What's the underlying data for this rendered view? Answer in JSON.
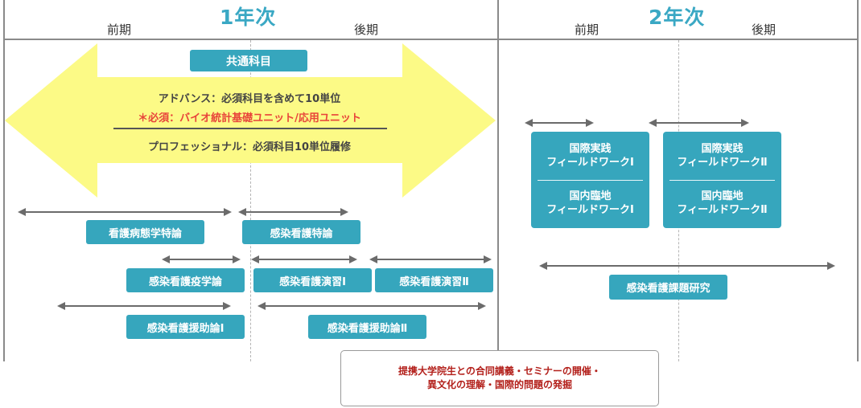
{
  "header": {
    "year1": "1年次",
    "year2": "2年次",
    "year1_early": "前期",
    "year1_late": "後期",
    "year2_early": "前期",
    "year2_late": "後期"
  },
  "common": {
    "title": "共通科目",
    "line1": "アドバンス：必須科目を含めて10単位",
    "line2": "＊必須：バイオ統計基礎ユニット/応用ユニット",
    "line3": "プロフェッショナル：必須科目10単位履修"
  },
  "courses": {
    "pathophysiology": "看護病態学特論",
    "infection_special": "感染看護特論",
    "epidemiology": "感染看護疫学論",
    "practicum1": "感染看護演習Ⅰ",
    "practicum2": "感染看護演習Ⅱ",
    "support1": "感染看護援助論Ⅰ",
    "support2": "感染看護援助論Ⅱ",
    "research": "感染看護課題研究"
  },
  "fieldwork": {
    "box1_intl_a": "国際実践",
    "box1_intl_b": "フィールドワークⅠ",
    "box1_dom_a": "国内臨地",
    "box1_dom_b": "フィールドワークⅠ",
    "box2_intl_a": "国際実践",
    "box2_intl_b": "フィールドワークⅡ",
    "box2_dom_a": "国内臨地",
    "box2_dom_b": "フィールドワークⅡ"
  },
  "note": {
    "line1": "提携大学院生との合同講義・セミナーの開催・",
    "line2": "異文化の理解・国際的問題の発掘"
  },
  "colors": {
    "accent": "#36a6bd",
    "year_title": "#3aa8c4",
    "banner": "#fcfa86",
    "required_red": "#e8443a",
    "note_red": "#b3201b",
    "arrow": "#6b6b6b"
  }
}
